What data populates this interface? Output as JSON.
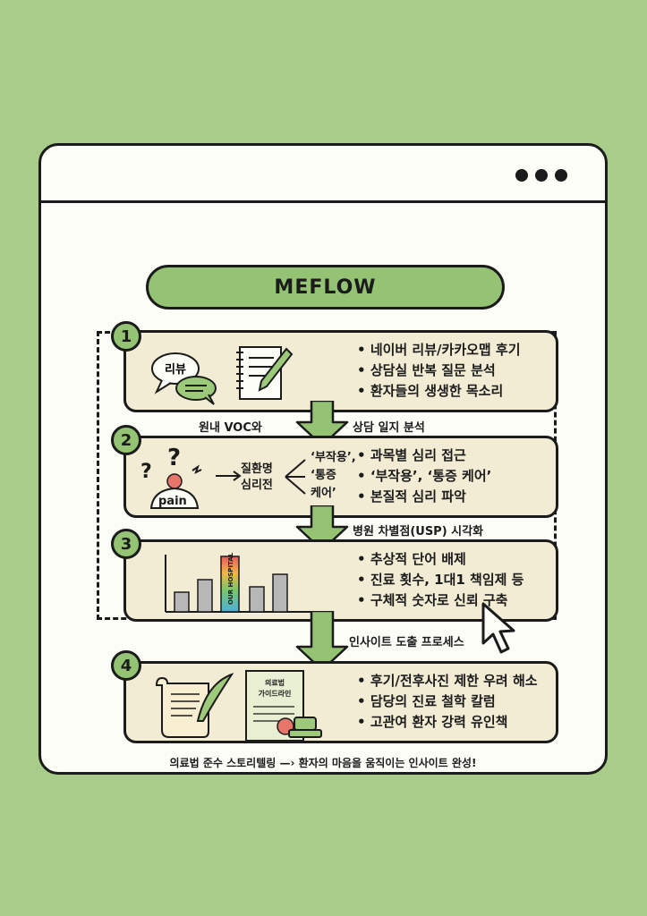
{
  "title": "MEFLOW",
  "steps": [
    {
      "number": "1",
      "bubble_label": "리뷰",
      "bullets": [
        "네이버 리뷰/카카오맵 후기",
        "상담실 반복 질문 분석",
        "환자들의 생생한 목소리"
      ],
      "icons": [
        "speech-bubbles-icon",
        "notepad-pen-icon"
      ]
    },
    {
      "number": "2",
      "pain_label": "pain",
      "flow_left": [
        "질환명",
        "심리전"
      ],
      "flow_right": [
        "‘부작용’,",
        "‘통증",
        "케어’"
      ],
      "bullets": [
        "과목별 심리 접근",
        "‘부작용’, ‘통증 케어’",
        "본질적 심리 파악"
      ],
      "icons": [
        "question-marks-icon",
        "pain-figure-icon"
      ]
    },
    {
      "number": "3",
      "bar_label": "OUR HOSPITAL",
      "bullets": [
        "추상적 단어 배제",
        "진료 횟수, 1대1 책임제 등",
        "구체적 숫자로 신뢰 구축"
      ],
      "icons": [
        "bar-chart-icon",
        "mouse-cursor-icon"
      ]
    },
    {
      "number": "4",
      "certificate_label": "의료법 가이드라인",
      "bullets": [
        "후기/전후사진 제한 우려 해소",
        "담당의 진료 철학 칼럼",
        "고관여 환자 강력 유인책"
      ],
      "icons": [
        "scroll-quill-icon",
        "certificate-stamp-icon"
      ]
    }
  ],
  "connectors": {
    "c1_left": "원내 VOC와",
    "c1_right": "상담 일지 분석",
    "c2": "병원 차별점(USP) 시각화",
    "c3": "인사이트 도출 프로세스"
  },
  "footer": {
    "left": "의료법 준수 스토리텔링",
    "right": "환자의 마음을 움직이는 인사이트 완성!"
  },
  "colors": {
    "background": "#a9cc8a",
    "accent_green": "#95c374",
    "card": "#f2ecd4",
    "ink": "#1b1b1b"
  }
}
